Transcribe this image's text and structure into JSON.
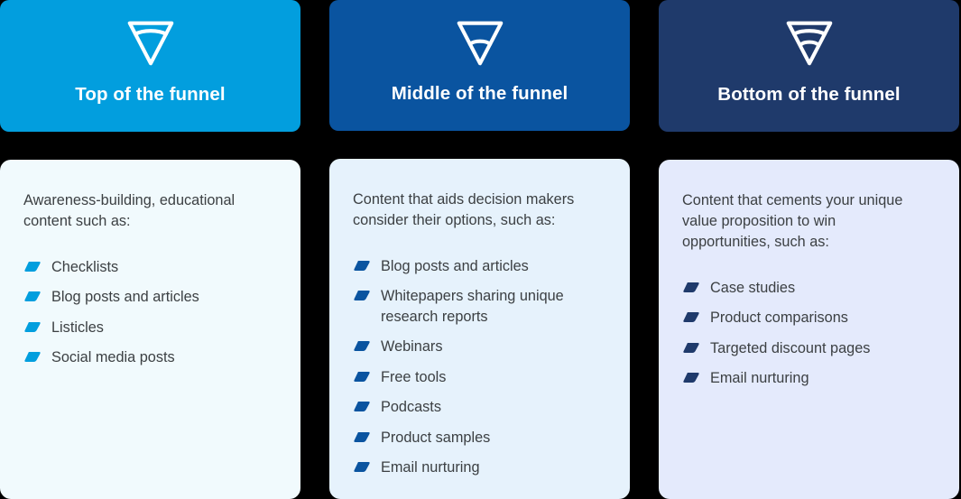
{
  "colors": {
    "page_background": "#000000",
    "top_header": "#029ede",
    "middle_header": "#0a54a0",
    "bottom_header": "#1f3a6b",
    "top_body": "#f1fafd",
    "middle_body": "#e6f2fc",
    "bottom_body": "#e4eafc",
    "top_bullet": "#029ede",
    "middle_bullet": "#0a54a0",
    "bottom_bullet": "#1f3a6b",
    "text": "#3c4043",
    "header_text": "#ffffff"
  },
  "columns": [
    {
      "title": "Top of the funnel",
      "icon": "funnel-icon-one-line",
      "intro": "Awareness-building, educational content such as:",
      "items": [
        "Checklists",
        "Blog posts and articles",
        "Listicles",
        "Social media posts"
      ]
    },
    {
      "title": "Middle of the funnel",
      "icon": "funnel-icon-one-line-low",
      "intro": "Content that aids decision makers consider their options, such as:",
      "items": [
        "Blog posts and articles",
        "Whitepapers sharing unique research reports",
        "Webinars",
        "Free tools",
        "Podcasts",
        "Product samples",
        "Email nurturing"
      ]
    },
    {
      "title": "Bottom of the funnel",
      "icon": "funnel-icon-two-lines",
      "intro": "Content that cements your unique value proposition to win opportunities, such as:",
      "items": [
        "Case studies",
        "Product comparisons",
        "Targeted discount pages",
        "Email nurturing"
      ]
    }
  ]
}
